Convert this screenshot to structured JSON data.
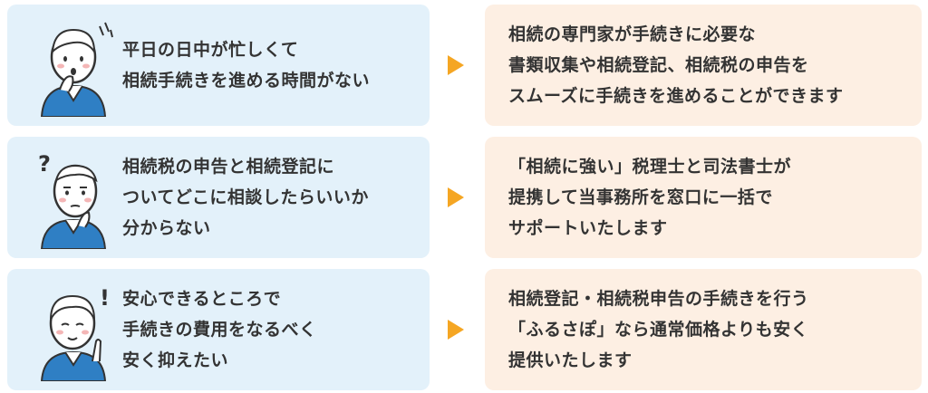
{
  "rows": [
    {
      "problem": [
        "平日の日中が忙しくて",
        "相続手続きを進める時間がない"
      ],
      "solution": [
        "相続の専門家が手続きに必要な",
        "書類収集や相続登記、相続税の申告を",
        "スムーズに手続きを進めることができます"
      ],
      "avatar_icon": "worried-woman-icon"
    },
    {
      "problem": [
        "相続税の申告と相続登記に",
        "ついてどこに相談したらいいか",
        "分からない"
      ],
      "solution": [
        "「相続に強い」税理士と司法書士が",
        "提携して当事務所を窓口に一括で",
        "サポートいたします"
      ],
      "avatar_icon": "confused-man-icon"
    },
    {
      "problem": [
        "安心できるところで",
        "手続きの費用をなるべく",
        "安く抑えたい"
      ],
      "solution": [
        "相続登記・相続税申告の手続きを行う",
        "「ふるさぽ」なら通常価格よりも安く",
        "提供いたします"
      ],
      "avatar_icon": "elderly-woman-idea-icon"
    }
  ],
  "colors": {
    "problem_bg": "#e3f1fa",
    "solution_bg": "#fdefe3",
    "arrow": "#f5a623",
    "text": "#333333",
    "shirt": "#2f7fc4"
  }
}
